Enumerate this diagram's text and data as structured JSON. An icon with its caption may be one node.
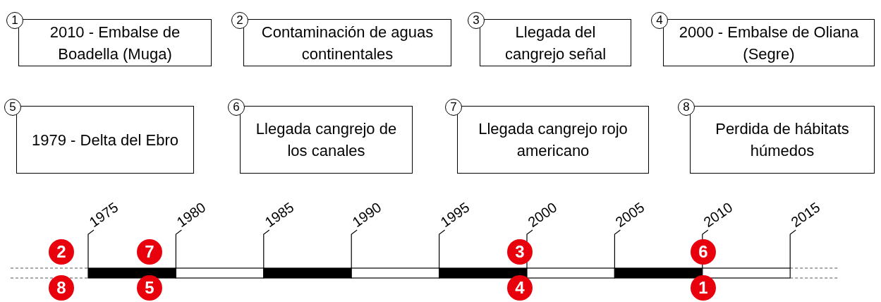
{
  "diagram": {
    "nodes": [
      {
        "text": [
          "2010 - Embalse de Boadella (Muga)"
        ],
        "beside": [
          "1"
        ]
      },
      {
        "text": [
          "Contaminación de aguas continentales"
        ],
        "beside": [
          "2"
        ]
      },
      {
        "text": [
          "Llegada del cangrejo señal"
        ],
        "beside": [
          "3"
        ]
      },
      {
        "text": [
          "2000 - Embalse de Oliana (Segre)"
        ],
        "beside": [
          "4"
        ]
      },
      {
        "text": [
          "1979 - Delta del Ebro"
        ],
        "beside": [
          "5"
        ]
      },
      {
        "text": [
          "Llegada cangrejo de los canales"
        ],
        "beside": [
          "6"
        ]
      },
      {
        "text": [
          "Llegada cangrejo rojo americano"
        ],
        "beside": [
          "7"
        ]
      },
      {
        "text": [
          "Perdida de hábitats húmedos"
        ],
        "beside": [
          "8"
        ]
      }
    ],
    "labels": [
      "1975",
      "1980",
      "1985",
      "1990",
      "1995",
      "2000",
      "2005",
      "2010",
      "2015",
      "2",
      "7",
      "3",
      "6",
      "8",
      "5",
      "4",
      "1"
    ]
  }
}
